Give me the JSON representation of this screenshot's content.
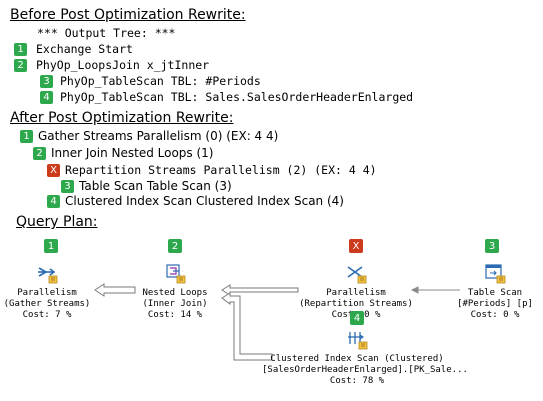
{
  "before": {
    "heading": "Before Post Optimization Rewrite:",
    "lines": [
      {
        "badge": "",
        "text": "*** Output Tree: ***"
      },
      {
        "badge": "1",
        "text": "Exchange Start"
      },
      {
        "badge": "2",
        "text": "PhyOp_LoopsJoin x_jtInner"
      },
      {
        "badge": "3",
        "text": "PhyOp_TableScan TBL: #Periods"
      },
      {
        "badge": "4",
        "text": "PhyOp_TableScan TBL: Sales.SalesOrderHeaderEnlarged"
      }
    ]
  },
  "after": {
    "heading": "After Post Optimization Rewrite:",
    "lines": [
      {
        "badge": "1",
        "text": "Gather Streams Parallelism (0) (EX: 4 4)"
      },
      {
        "badge": "2",
        "text": "Inner Join Nested Loops (1)"
      },
      {
        "badge": "X",
        "text": "Repartition Streams Parallelism (2) (EX: 4 4)"
      },
      {
        "badge": "3",
        "text": "Table Scan Table Scan (3)"
      },
      {
        "badge": "4",
        "text": "Clustered Index Scan Clustered Index Scan (4)"
      }
    ]
  },
  "plan": {
    "heading": "Query Plan:",
    "nodes": [
      {
        "badge": "1",
        "icon": "parallelism-icon",
        "title": "Parallelism",
        "subtitle": "(Gather Streams)",
        "cost": "Cost: 7 %"
      },
      {
        "badge": "2",
        "icon": "nested-loops-icon",
        "title": "Nested Loops",
        "subtitle": "(Inner Join)",
        "cost": "Cost: 14 %"
      },
      {
        "badge": "X",
        "icon": "parallelism-icon",
        "title": "Parallelism",
        "subtitle": "(Repartition Streams)",
        "cost": "Cost: 0 %"
      },
      {
        "badge": "3",
        "icon": "table-scan-icon",
        "title": "Table Scan",
        "subtitle": "[#Periods] [p]",
        "cost": "Cost: 0 %"
      },
      {
        "badge": "4",
        "icon": "clustered-index-scan-icon",
        "title": "Clustered Index Scan (Clustered)",
        "subtitle": "[SalesOrderHeaderEnlarged].[PK_Sale...",
        "cost": "Cost: 78 %"
      }
    ]
  },
  "colors": {
    "badge_green": "#2ea84d",
    "badge_red": "#cc3b1b"
  }
}
